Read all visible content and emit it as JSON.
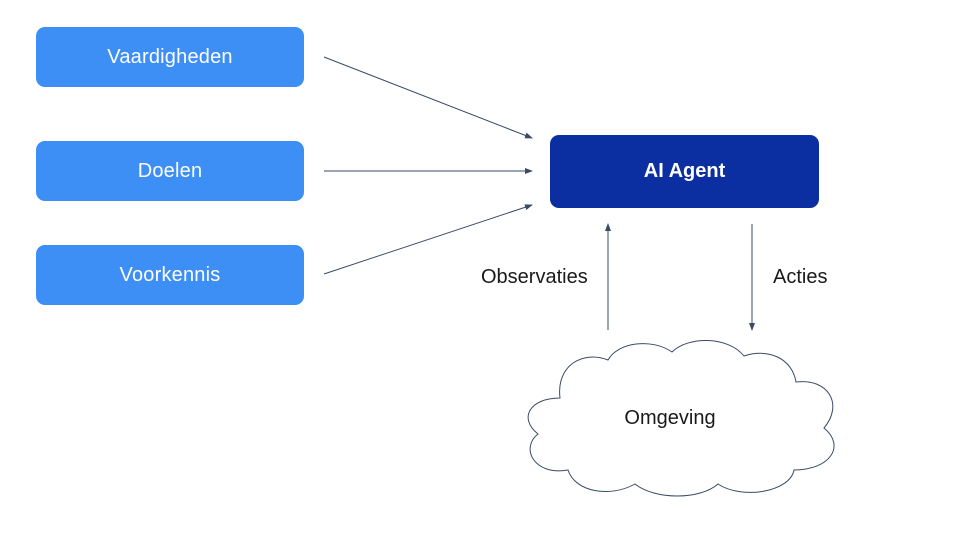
{
  "inputs": {
    "skills": "Vaardigheden",
    "goals": "Doelen",
    "prior_knowledge": "Voorkennis"
  },
  "agent": {
    "label": "AI Agent"
  },
  "edges": {
    "observations": "Observaties",
    "actions": "Acties"
  },
  "environment": {
    "label": "Omgeving"
  },
  "colors": {
    "input_box": "#3d8ef5",
    "agent_box": "#0b2fa0",
    "arrow": "#3a4a66"
  }
}
